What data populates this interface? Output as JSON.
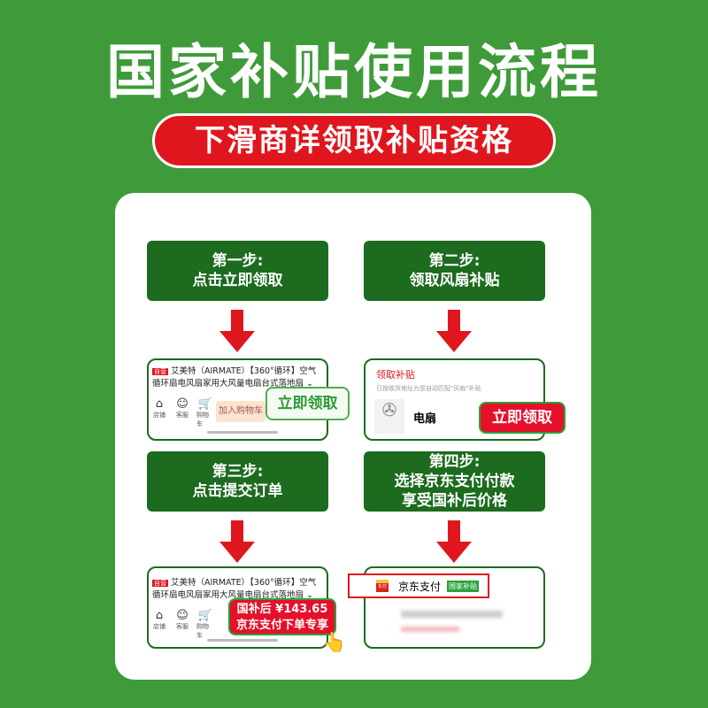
{
  "title": "国家补贴使用流程",
  "subtitle": "下滑商详领取补贴资格",
  "steps": [
    {
      "label": "第一步:",
      "desc": "点击立即领取"
    },
    {
      "label": "第二步:",
      "desc": "领取风扇补贴"
    },
    {
      "label": "第三步:",
      "desc": "点击提交订单"
    },
    {
      "label": "第四步:",
      "desc": "选择京东支付付款",
      "desc2": "享受国补后价格"
    }
  ],
  "product": {
    "badge": "自营",
    "line1": "艾美特（AIRMATE）【360°循环】空气",
    "line2": "循环扇电风扇家用大风量电扇台式落地扇 ⌄"
  },
  "bottom_icons": [
    {
      "icon": "store-icon",
      "label": "店铺"
    },
    {
      "icon": "service-icon",
      "label": "客服"
    },
    {
      "icon": "cart-icon",
      "label": "购物车"
    }
  ],
  "add_cart": "加入购物车",
  "claim_button": "立即领取",
  "subsidy_panel": {
    "title": "领取补贴",
    "note": "已按收货地址为您自动匹配\"风扇\"补贴",
    "item": "电扇"
  },
  "price_tag": {
    "line1": "国补后 ¥143.65",
    "line2": "京东支付下单专享"
  },
  "payment": {
    "icon_text": "东付",
    "name": "京东支付",
    "tag": "国家补贴"
  },
  "colors": {
    "background": "#3f9b3a",
    "step_box": "#1c6b1f",
    "accent_red": "#e0161e"
  }
}
